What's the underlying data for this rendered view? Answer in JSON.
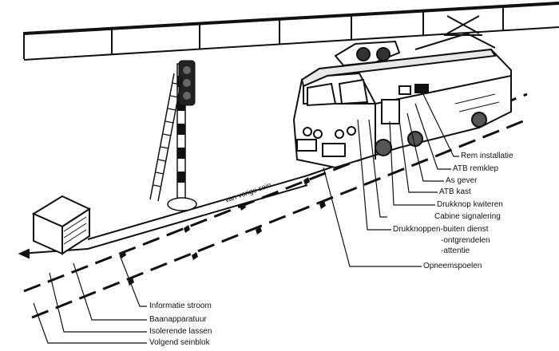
{
  "diagram": {
    "track_label": "van vorige sein",
    "labels": {
      "rem_installatie": "Rem installatie",
      "atb_remklep": "ATB remklep",
      "as_gever": "As gever",
      "atb_kast": "ATB kast",
      "drukknop_kwiteren": "Drukknop kwiteren",
      "cabine_signalering": "Cabine signalering",
      "drukknoppen_buiten_dienst": "Drukknoppen-buiten dienst",
      "ontgrendelen": "-ontgrendelen",
      "attentie": "-attentie",
      "opneemspoelen": "Opneemspoelen",
      "informatie_stroom": "Informatie stroom",
      "baanapparatuur": "Baanapparatuur",
      "isolerende_lassen": "Isolerende lassen",
      "volgend_seinblok": "Volgend seinblok"
    }
  }
}
